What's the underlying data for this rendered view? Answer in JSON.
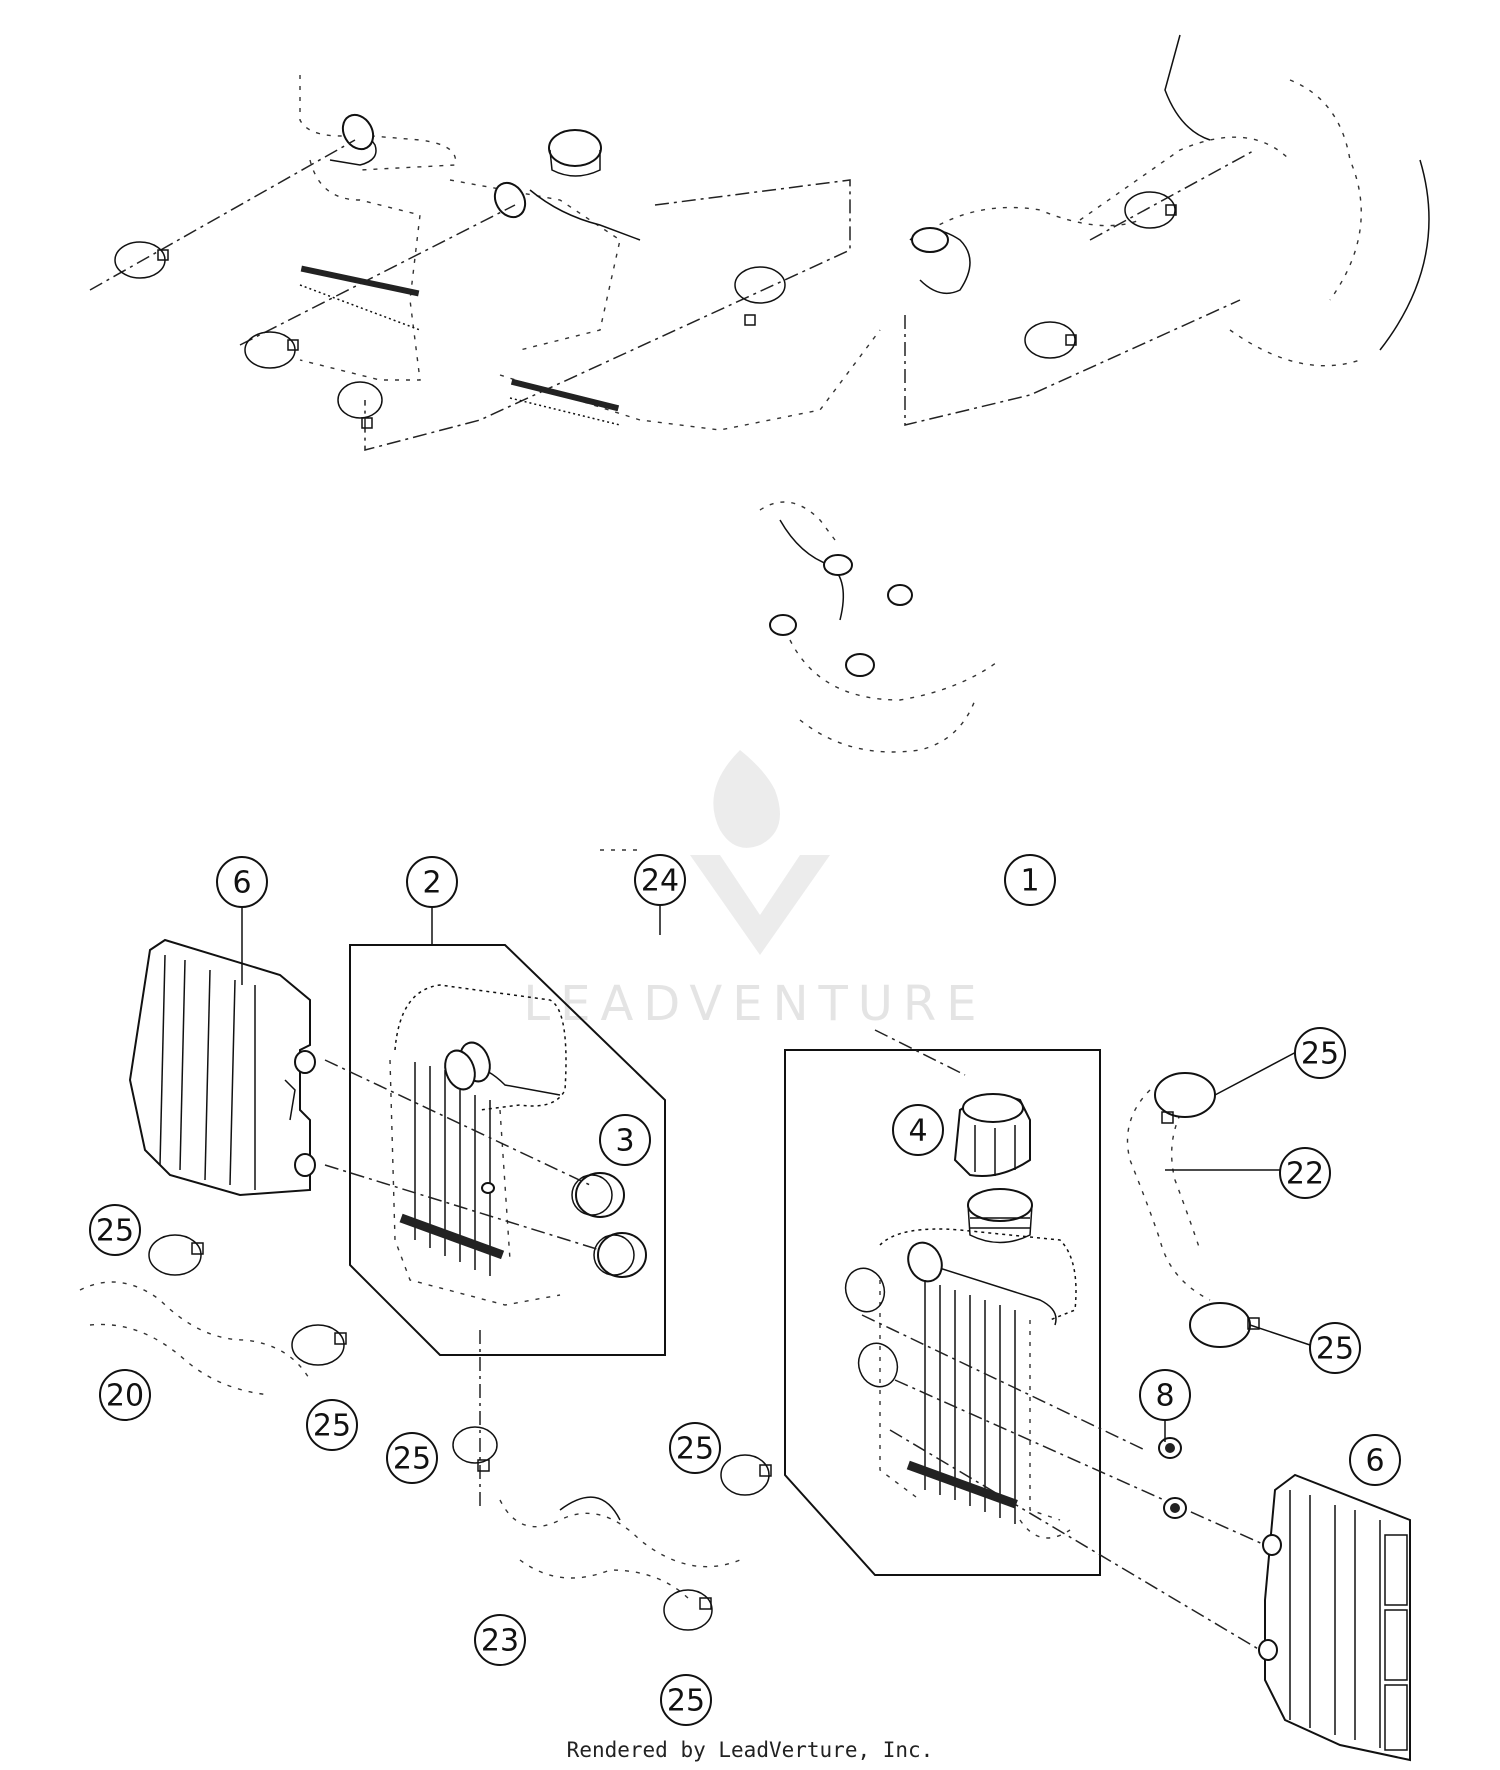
{
  "callouts": [
    {
      "id": "c1",
      "label": "1"
    },
    {
      "id": "c2",
      "label": "2"
    },
    {
      "id": "c3",
      "label": "3"
    },
    {
      "id": "c4",
      "label": "4"
    },
    {
      "id": "c6a",
      "label": "6"
    },
    {
      "id": "c6b",
      "label": "6"
    },
    {
      "id": "c8",
      "label": "8"
    },
    {
      "id": "c20",
      "label": "20"
    },
    {
      "id": "c22",
      "label": "22"
    },
    {
      "id": "c23",
      "label": "23"
    },
    {
      "id": "c24",
      "label": "24"
    },
    {
      "id": "c25a",
      "label": "25"
    },
    {
      "id": "c25b",
      "label": "25"
    },
    {
      "id": "c25c",
      "label": "25"
    },
    {
      "id": "c25d",
      "label": "25"
    },
    {
      "id": "c25e",
      "label": "25"
    },
    {
      "id": "c25f",
      "label": "25"
    },
    {
      "id": "c25g",
      "label": "25"
    }
  ],
  "watermark": "LEADVENTURE",
  "credit": "Rendered by LeadVerture, Inc."
}
